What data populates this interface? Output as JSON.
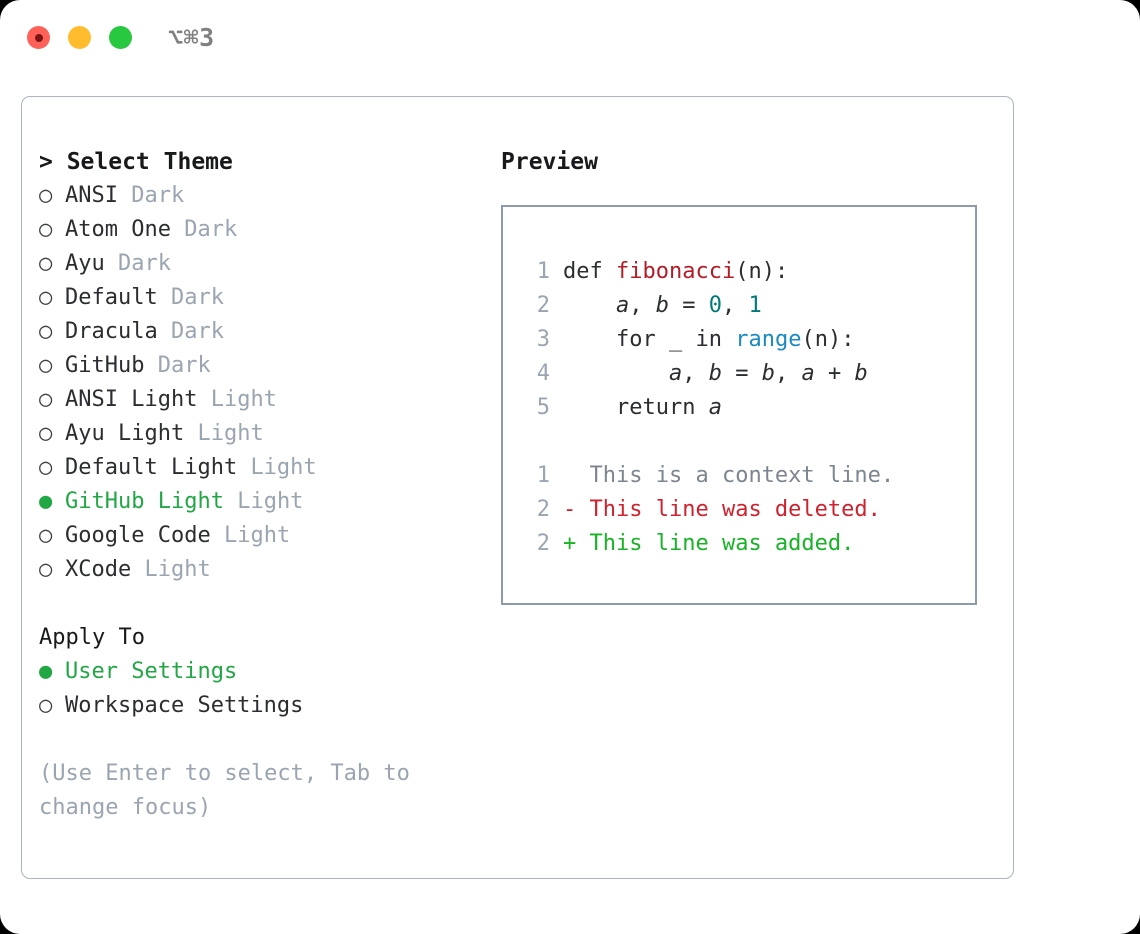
{
  "titlebar": {
    "shortcut": "⌥⌘3",
    "lights": [
      {
        "name": "close",
        "color": "#ff6159"
      },
      {
        "name": "minimize",
        "color": "#ffbd2e"
      },
      {
        "name": "maximize",
        "color": "#28c840"
      }
    ]
  },
  "theme_picker": {
    "header": "> Select Theme",
    "items": [
      {
        "marker": "○",
        "name": "ANSI",
        "kind": "Dark",
        "selected": false
      },
      {
        "marker": "○",
        "name": "Atom One",
        "kind": "Dark",
        "selected": false
      },
      {
        "marker": "○",
        "name": "Ayu",
        "kind": "Dark",
        "selected": false
      },
      {
        "marker": "○",
        "name": "Default",
        "kind": "Dark",
        "selected": false
      },
      {
        "marker": "○",
        "name": "Dracula",
        "kind": "Dark",
        "selected": false
      },
      {
        "marker": "○",
        "name": "GitHub",
        "kind": "Dark",
        "selected": false
      },
      {
        "marker": "○",
        "name": "ANSI Light",
        "kind": "Light",
        "selected": false
      },
      {
        "marker": "○",
        "name": "Ayu Light",
        "kind": "Light",
        "selected": false
      },
      {
        "marker": "○",
        "name": "Default Light",
        "kind": "Light",
        "selected": false
      },
      {
        "marker": "●",
        "name": "GitHub Light",
        "kind": "Light",
        "selected": true
      },
      {
        "marker": "○",
        "name": "Google Code",
        "kind": "Light",
        "selected": false
      },
      {
        "marker": "○",
        "name": "XCode",
        "kind": "Light",
        "selected": false
      }
    ]
  },
  "apply_to": {
    "header": "Apply To",
    "options": [
      {
        "marker": "●",
        "label": "User Settings",
        "selected": true
      },
      {
        "marker": "○",
        "label": "Workspace Settings",
        "selected": false
      }
    ]
  },
  "hint": "(Use Enter to select, Tab to change focus)",
  "preview": {
    "header": "Preview",
    "code_lines": [
      {
        "num": "1",
        "text": "def fibonacci(n):"
      },
      {
        "num": "2",
        "text": "    a, b = 0, 1"
      },
      {
        "num": "3",
        "text": "    for _ in range(n):"
      },
      {
        "num": "4",
        "text": "        a, b = b, a + b"
      },
      {
        "num": "5",
        "text": "    return a"
      }
    ],
    "diff_lines": [
      {
        "num": "1",
        "sign": " ",
        "text": "This is a context line.",
        "kind": "context"
      },
      {
        "num": "2",
        "sign": "-",
        "text": "This line was deleted.",
        "kind": "deleted"
      },
      {
        "num": "2",
        "sign": "+",
        "text": "This line was added.",
        "kind": "added"
      }
    ]
  },
  "colors": {
    "accent_green": "#22a745",
    "muted": "#9aa5b1",
    "border": "#aab4c2",
    "preview_border": "#8d99ad",
    "syntax_function": "#b31d28",
    "syntax_number": "#007a7a",
    "syntax_call": "#1a8ac0",
    "diff_deleted": "#cf222e",
    "diff_added": "#18b326",
    "diff_context": "#7d8590"
  }
}
